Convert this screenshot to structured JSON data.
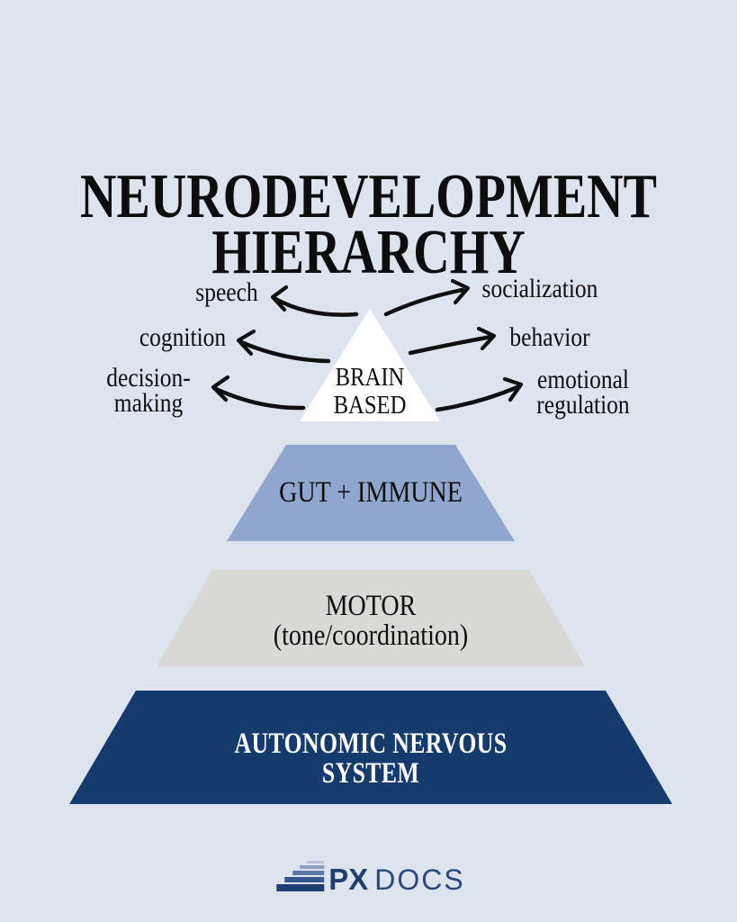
{
  "background_color": "#dee4ee",
  "title": "NEURODEVELOPMENT\nHIERARCHY",
  "brain_outcomes": {
    "left": [
      {
        "label": "speech"
      },
      {
        "label": "cognition"
      },
      {
        "label": "decision-\nmaking"
      }
    ],
    "right": [
      {
        "label": "socialization"
      },
      {
        "label": "behavior"
      },
      {
        "label": "emotional\nregulation"
      }
    ]
  },
  "pyramid": {
    "levels": [
      {
        "name": "brain-based",
        "label": "BRAIN\nBASED",
        "fill": "#ffffff",
        "text_color": "#0e0e0e"
      },
      {
        "name": "gut-immune",
        "label": "GUT + IMMUNE",
        "fill": "#8fa7ce",
        "text_color": "#0e0e0e"
      },
      {
        "name": "motor",
        "label": "MOTOR\n(tone/coordination)",
        "fill": "#d9d9d6",
        "text_color": "#0e0e0e"
      },
      {
        "name": "autonomic-nervous-system",
        "label": "AUTONOMIC NERVOUS SYSTEM",
        "fill": "#143a6e",
        "text_color": "#ffffff"
      }
    ]
  },
  "arrow_color": "#101010",
  "logo": {
    "word_bold": "PX",
    "word_regular": "DOCS",
    "icon": "stacked-bars-icon",
    "color_dark": "#1e3f70",
    "color_mid": "#2a4a7e"
  }
}
